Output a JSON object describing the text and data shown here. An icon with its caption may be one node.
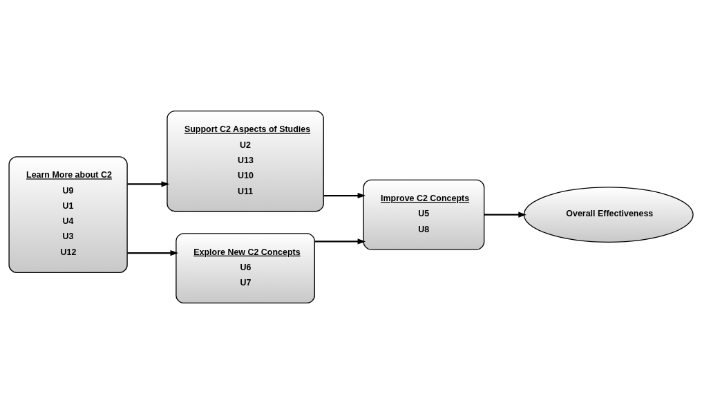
{
  "diagram": {
    "nodes": [
      {
        "text": [
          "Learn More about C2",
          "U9",
          "U1",
          "U4",
          "U3",
          "U12"
        ]
      },
      {
        "text": [
          "Support C2 Aspects of Studies",
          "U2",
          "U13",
          "U10",
          "U11"
        ]
      },
      {
        "text": [
          "Explore New C2 Concepts",
          "U6",
          "U7"
        ]
      },
      {
        "text": [
          "Improve C2 Concepts",
          "U5",
          "U8"
        ]
      },
      {
        "text": [
          "Overall Effectiveness"
        ]
      }
    ],
    "edges": [
      {
        "from": 0,
        "to": 1,
        "arrow": "to"
      },
      {
        "from": 0,
        "to": 2,
        "arrow": "to"
      },
      {
        "from": 1,
        "to": 3,
        "arrow": "to"
      },
      {
        "from": 2,
        "to": 3,
        "arrow": "to"
      },
      {
        "from": 3,
        "to": 4,
        "arrow": "to"
      }
    ]
  }
}
